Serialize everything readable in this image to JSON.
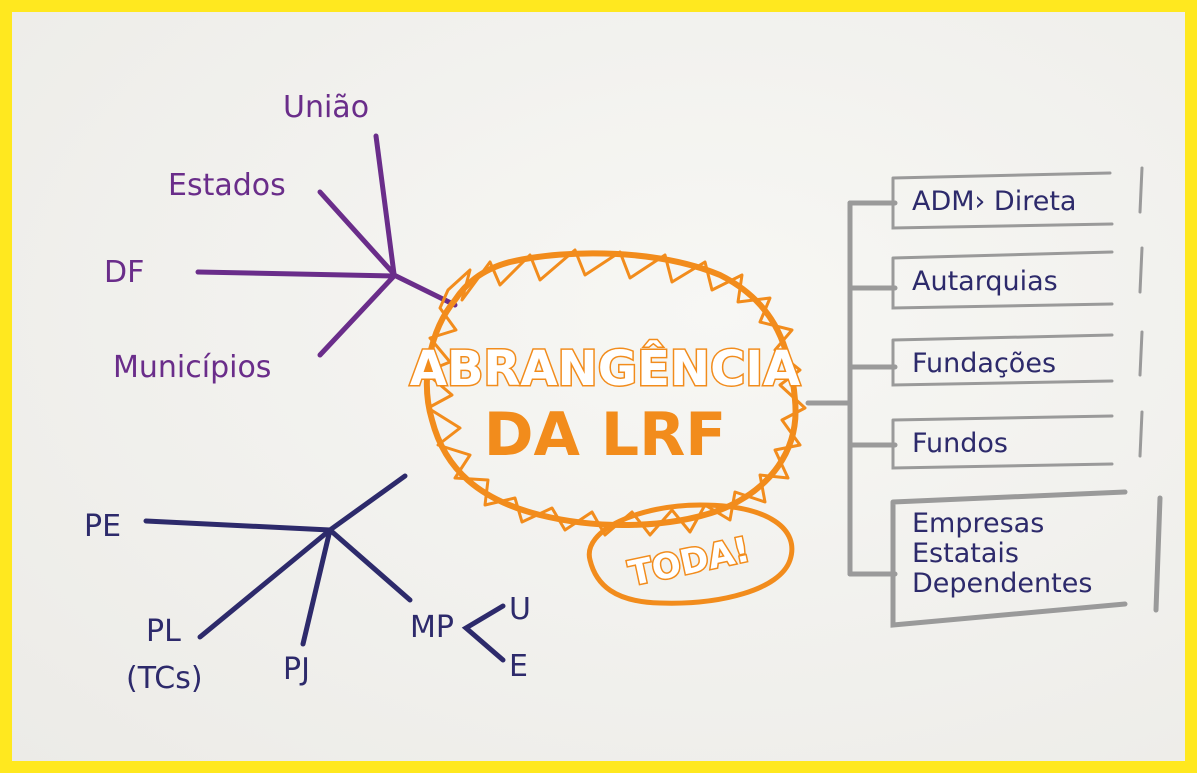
{
  "center": {
    "line1": "ABRANGÊNCIA",
    "line2": "DA LRF",
    "bubble": "TODA!"
  },
  "federative_entities": [
    "União",
    "Estados",
    "DF",
    "Municípios"
  ],
  "powers": {
    "pe": "PE",
    "pl": "PL",
    "pl_sub": "(TCs)",
    "pj": "PJ",
    "mp": "MP",
    "mp_u": "U",
    "mp_e": "E"
  },
  "entities": {
    "items": [
      "ADM› Direta",
      "Autarquias",
      "Fundações",
      "Fundos"
    ],
    "last": [
      "Empresas",
      "Estatais",
      "Dependentes"
    ]
  },
  "colors": {
    "frame": "#ffe81f",
    "purple": "#6a2d8a",
    "navy": "#2d2a6b",
    "orange": "#f28c1c",
    "gray": "#9a9a9a"
  }
}
